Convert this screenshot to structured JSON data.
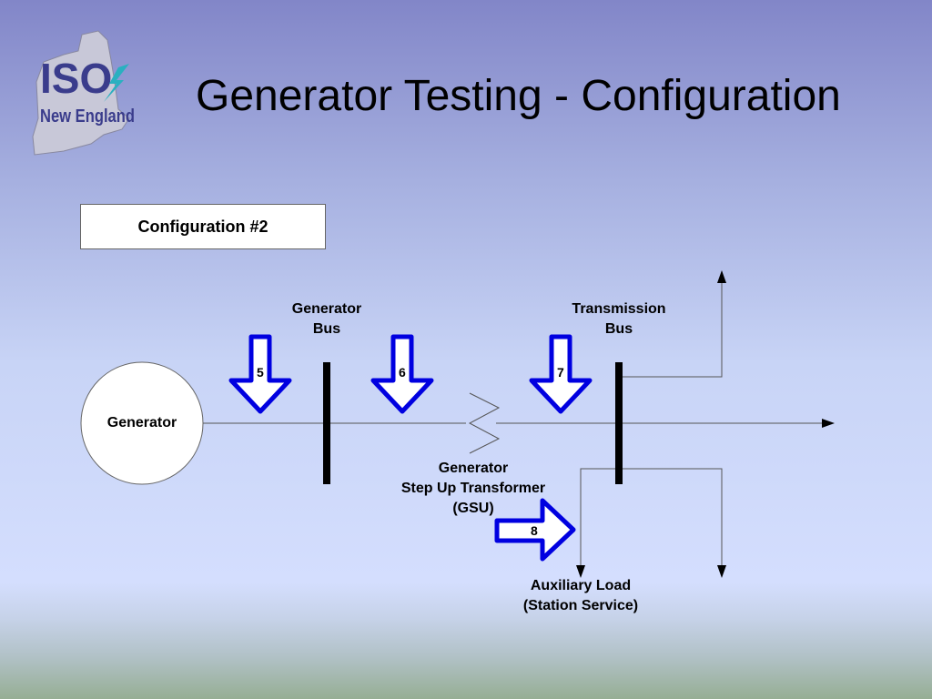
{
  "slide": {
    "title": "Generator Testing - Configuration",
    "logo": {
      "line1": "ISO",
      "line2": "New England"
    },
    "config_label": "Configuration #2"
  },
  "diagram": {
    "generator_label": "Generator",
    "generator_bus": {
      "line1": "Generator",
      "line2": "Bus"
    },
    "transmission_bus": {
      "line1": "Transmission",
      "line2": "Bus"
    },
    "gsu": {
      "line1": "Generator",
      "line2": "Step Up Transformer",
      "line3": "(GSU)"
    },
    "aux_load": {
      "line1": "Auxiliary Load",
      "line2": "(Station Service)"
    },
    "measurement_points": [
      "5",
      "6",
      "7",
      "8"
    ],
    "colors": {
      "arrow_outline": "#0000e0",
      "bus": "#000000",
      "line": "#555555"
    }
  }
}
